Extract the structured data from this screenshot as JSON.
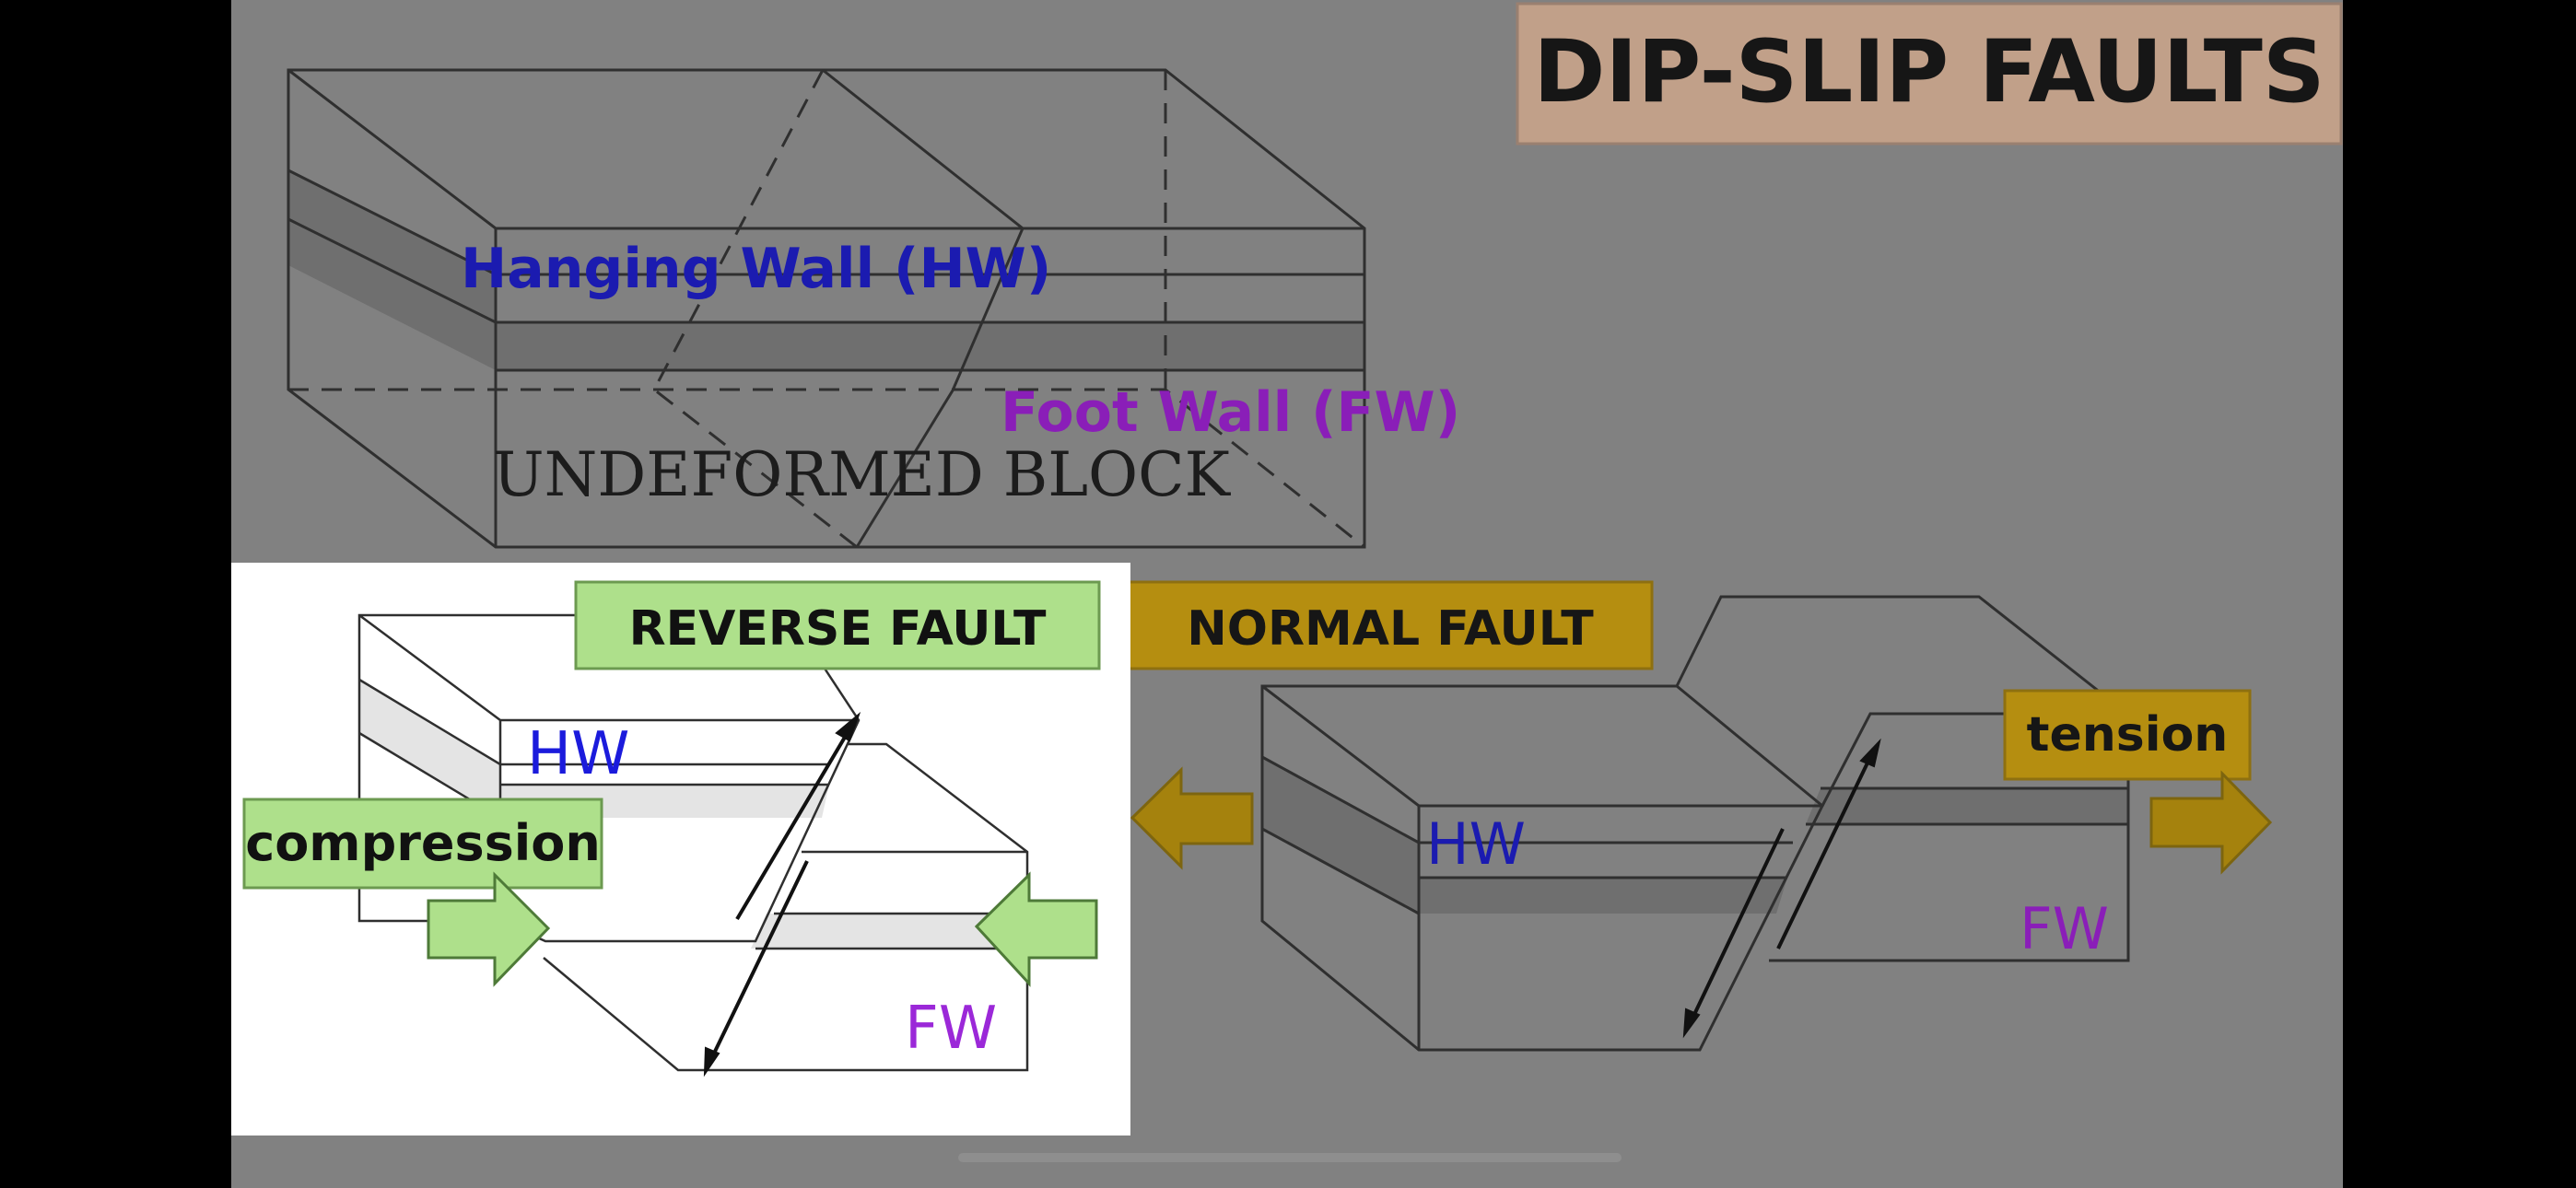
{
  "slide": {
    "title": "DIP-SLIP FAULTS",
    "title_bg": "#c1a089",
    "background": "#818181"
  },
  "undeformed": {
    "hanging_wall_label": "Hanging Wall (HW)",
    "foot_wall_label": "Foot Wall (FW)",
    "block_label": "UNDEFORMED BLOCK",
    "hw_color": "#1b1bb0",
    "fw_color": "#8a1eb8"
  },
  "reverse_fault": {
    "title": "REVERSE FAULT",
    "hw_label": "HW",
    "fw_label": "FW",
    "stress_label": "compression",
    "box_color": "#aee08b",
    "arrow_color": "#aee08b"
  },
  "normal_fault": {
    "title": "NORMAL FAULT",
    "hw_label": "HW",
    "fw_label": "FW",
    "stress_label": "tension",
    "box_color": "#b58e10",
    "arrow_color": "#a5820d"
  }
}
